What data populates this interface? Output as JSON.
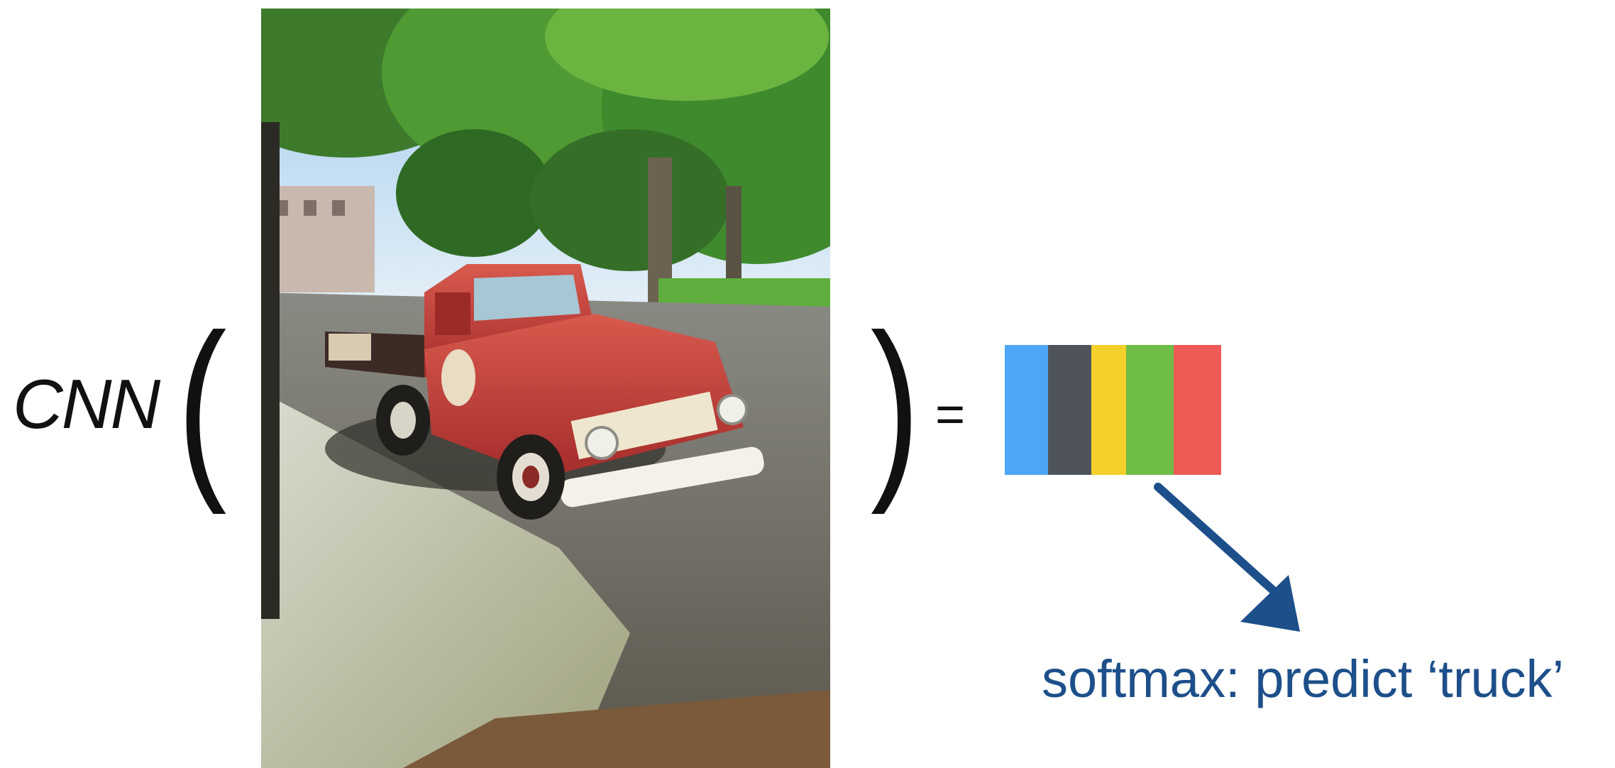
{
  "cnn_label": "CNN",
  "open_paren": "(",
  "close_paren": ")",
  "equals_sign": "=",
  "photo": {
    "subject": "red-vintage-pickup-truck",
    "icon": "truck-photo"
  },
  "score_vector": {
    "cells": [
      {
        "color": "#4ea6f7",
        "width_share": 0.2
      },
      {
        "color": "#4f545c",
        "width_share": 0.2
      },
      {
        "color": "#f3d12a",
        "width_share": 0.16
      },
      {
        "color": "#6fbd45",
        "width_share": 0.22
      },
      {
        "color": "#ee5a55",
        "width_share": 0.22
      }
    ]
  },
  "arrow": {
    "color": "#1d4f8a",
    "icon": "arrow-down-right-icon"
  },
  "prediction_text": "softmax: predict ‘truck’"
}
